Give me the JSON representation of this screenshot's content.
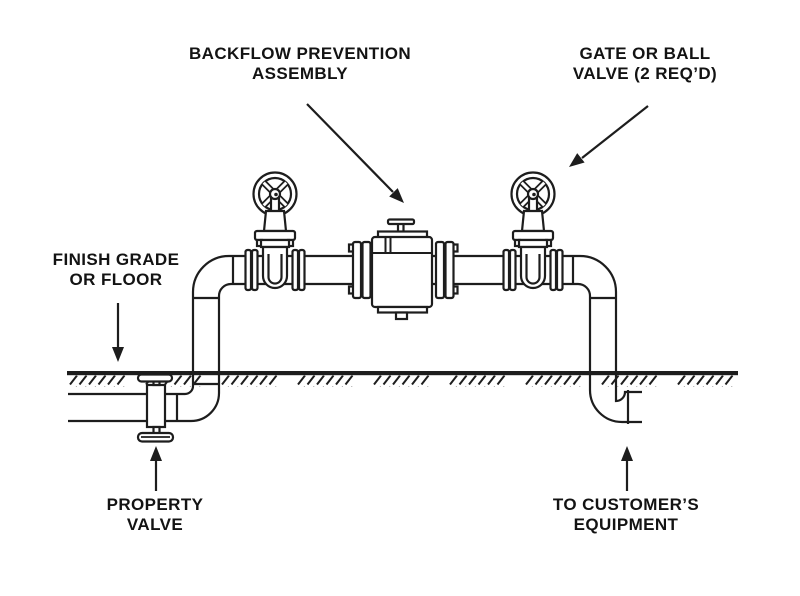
{
  "diagram": {
    "title": "Backflow prevention assembly installation diagram",
    "colors": {
      "background": "#ffffff",
      "line": "#1d1d1d",
      "text": "#131313"
    },
    "labels": {
      "backflow_assembly": {
        "line1": "BACKFLOW PREVENTION",
        "line2": "ASSEMBLY"
      },
      "gate_ball_valve": {
        "line1": "GATE OR BALL",
        "line2": "VALVE (2 REQ’D)"
      },
      "finish_grade": {
        "line1": "FINISH GRADE",
        "line2": "OR FLOOR"
      },
      "property_valve": {
        "line1": "PROPERTY",
        "line2": "VALVE"
      },
      "customer_equipment": {
        "line1": "TO CUSTOMER’S",
        "line2": "EQUIPMENT"
      }
    }
  }
}
